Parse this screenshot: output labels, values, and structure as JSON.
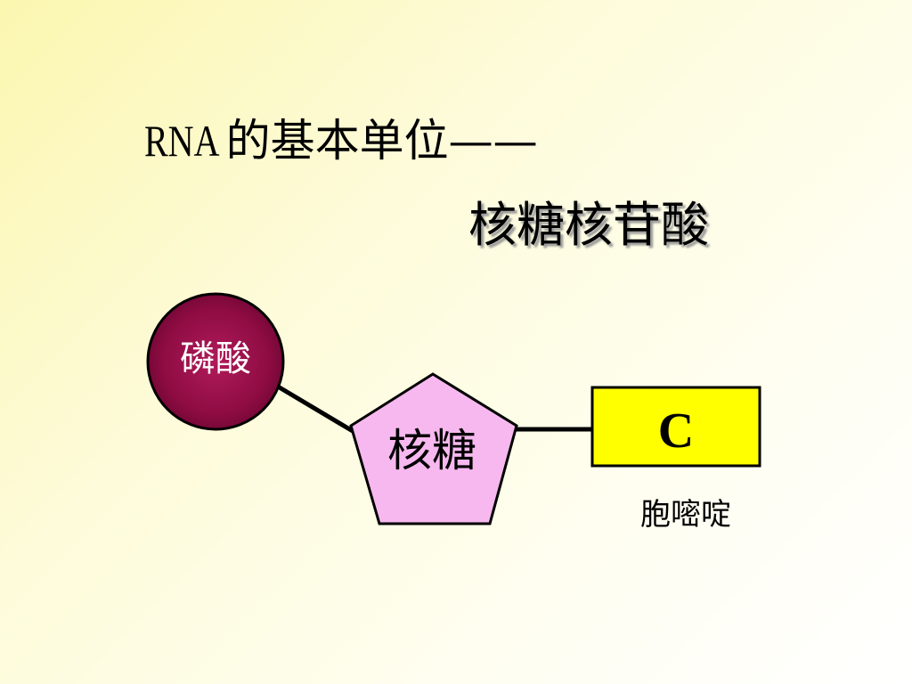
{
  "title": {
    "line1_latin": "RNA",
    "line1_rest": "的基本单位——",
    "line2": "核糖核苷酸"
  },
  "diagram": {
    "phosphate": {
      "label": "磷酸",
      "color": "#9b0f4a"
    },
    "sugar": {
      "label": "核糖",
      "color": "#f7b8ef"
    },
    "base": {
      "label": "C",
      "name": "胞嘧啶",
      "color": "#ffff00"
    },
    "bond_color": "#000000"
  }
}
